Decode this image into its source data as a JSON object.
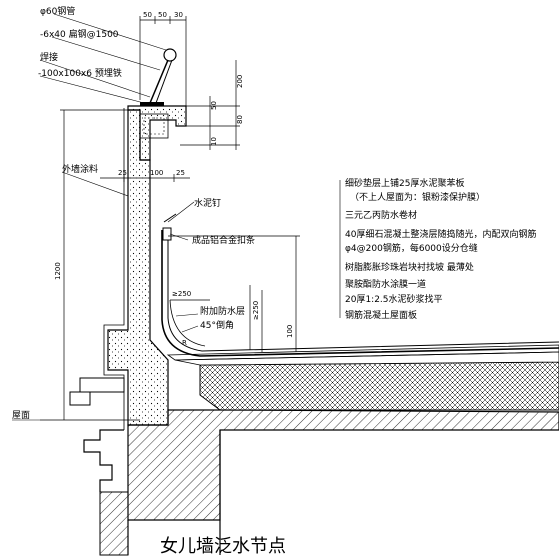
{
  "title": "女儿墙泛水节点",
  "top_labels": {
    "steel_pipe": "φ60钢管",
    "flat_steel": "-6x40 扁钢@1500",
    "weld": "焊接",
    "embedded_plate": "-100x100x6 预埋铁"
  },
  "side_labels": {
    "exterior_coating": "外墙涂料",
    "cement_nail": "水泥钉",
    "aluminum_strip": "成品铝合金扣条",
    "additional_waterproof": "附加防水层",
    "chamfer_45": "45°倒角",
    "roof_surface": "屋面"
  },
  "roof_layers": [
    "细砂垫层上铺25厚水泥聚苯板",
    "（不上人屋面为：银粉漆保护膜）",
    "三元乙丙防水卷材",
    "40厚细石混凝土整浇层随捣随光，内配双向钢筋",
    "φ4@200钢筋，每6000设分仓缝",
    "树脂膨胀珍珠岩块衬找坡 最薄处",
    "聚胺酯防水涂膜一道",
    "20厚1:2.5水泥砂浆找平",
    "钢筋混凝土屋面板"
  ],
  "dimensions": {
    "top_50a": "50",
    "top_50b": "50",
    "top_30": "30",
    "v_200": "200",
    "v_50": "50",
    "v_80": "80",
    "v_10": "10",
    "h_25a": "25",
    "h_100": "100",
    "h_25b": "25",
    "ge250a": "≥250",
    "ge250b": "≥250",
    "v_1200": "1200",
    "v_100": "100",
    "v_R": "R"
  },
  "colors": {
    "line": "#000000",
    "background": "#ffffff"
  }
}
